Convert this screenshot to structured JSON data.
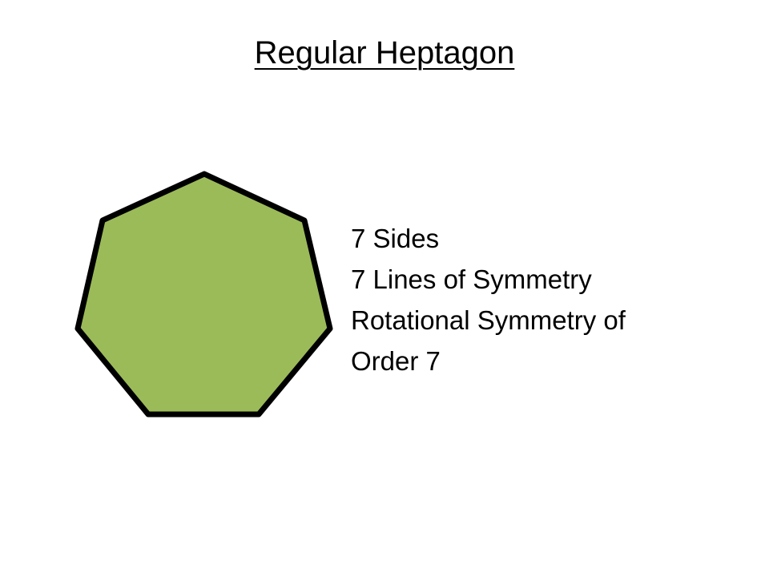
{
  "slide": {
    "title": "Regular Heptagon",
    "facts": [
      "7 Sides",
      "7 Lines of Symmetry",
      "Rotational Symmetry of",
      "Order 7"
    ]
  },
  "shape": {
    "name": "heptagon",
    "fill_color": "#9BBB59",
    "stroke_color": "#000000"
  }
}
